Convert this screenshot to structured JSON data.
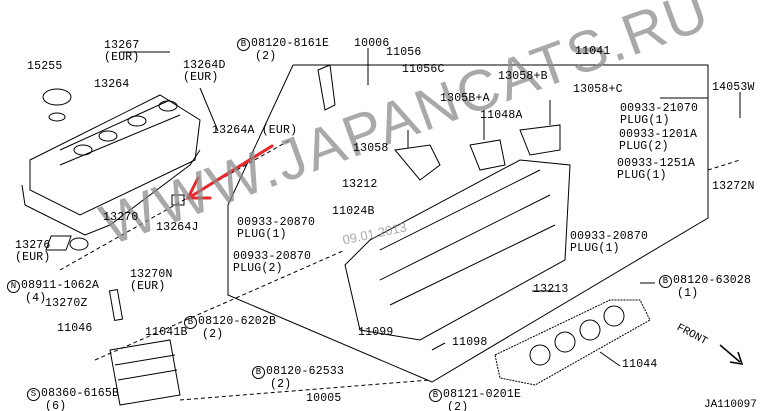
{
  "diagram_title_code": "JA110097",
  "watermark": "WWW.JAPANCATS.RU",
  "date_stamp": "09.01.2013",
  "direction_label": "FRONT",
  "accent_color": "#e8262a",
  "labels": {
    "p13267": {
      "code": "13267",
      "note": "(EUR)"
    },
    "p15255": {
      "code": "15255"
    },
    "p13264": {
      "code": "13264"
    },
    "p13264D": {
      "code": "13264D",
      "note": "(EUR)"
    },
    "p13264A": {
      "code": "13264A (EUR)"
    },
    "b8161E": {
      "mark": "B",
      "code": "08120-8161E",
      "qty": "(2)"
    },
    "p10006": {
      "code": "10006"
    },
    "p11056": {
      "code": "11056"
    },
    "p11056C": {
      "code": "11056C"
    },
    "p11041": {
      "code": "11041"
    },
    "p13058B": {
      "code": "13058+B"
    },
    "p13058C": {
      "code": "13058+C"
    },
    "p13058A": {
      "code": "1305B+A"
    },
    "p11048A": {
      "code": "11048A"
    },
    "plug21070": {
      "code": "00933-21070",
      "note": "PLUG(1)"
    },
    "plug1201A": {
      "code": "00933-1201A",
      "note": "PLUG(2)"
    },
    "plug1251A": {
      "code": "00933-1251A",
      "note": "PLUG(1)"
    },
    "p14053W": {
      "code": "14053W"
    },
    "p13272N": {
      "code": "13272N"
    },
    "p13058": {
      "code": "13058"
    },
    "p13212": {
      "code": "13212"
    },
    "p11024B": {
      "code": "11024B"
    },
    "plug20870a": {
      "code": "00933-20870",
      "note": "PLUG(1)"
    },
    "plug20870b": {
      "code": "00933-20870",
      "note": "PLUG(2)"
    },
    "plug20870c": {
      "code": "00933-20870",
      "note": "PLUG(1)"
    },
    "p13270": {
      "code": "13270"
    },
    "p13264J": {
      "code": "13264J"
    },
    "p13276": {
      "code": "13276",
      "note": "(EUR)"
    },
    "p13270N": {
      "code": "13270N",
      "note": "(EUR)"
    },
    "n1062A": {
      "mark": "N",
      "code": "08911-1062A",
      "qty": "(4)"
    },
    "p13270Z": {
      "code": "13270Z"
    },
    "p11046": {
      "code": "11046"
    },
    "p11041B": {
      "code": "11041B"
    },
    "b6202B": {
      "mark": "B",
      "code": "08120-6202B",
      "qty": "(2)"
    },
    "p11099": {
      "code": "11099"
    },
    "p11098": {
      "code": "11098"
    },
    "p13213": {
      "code": "13213"
    },
    "b63028": {
      "mark": "B",
      "code": "08120-63028",
      "qty": "(1)"
    },
    "p11044": {
      "code": "11044"
    },
    "b62533": {
      "mark": "B",
      "code": "08120-62533",
      "qty": "(2)"
    },
    "p10005": {
      "code": "10005"
    },
    "s6165B": {
      "mark": "S",
      "code": "08360-6165B",
      "qty": "(6)"
    },
    "b0201E": {
      "mark": "B",
      "code": "08121-0201E",
      "qty": "(2)"
    }
  }
}
